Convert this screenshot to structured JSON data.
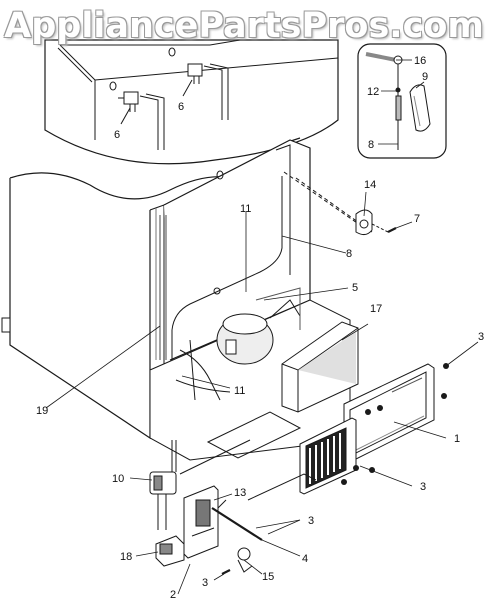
{
  "watermark": "AppliancePartsPros.com",
  "callouts": {
    "c1": "1",
    "c2": "2",
    "c3a": "3",
    "c3b": "3",
    "c3c": "3",
    "c3d": "3",
    "c4": "4",
    "c5": "5",
    "c6a": "6",
    "c6b": "6",
    "c7": "7",
    "c8a": "8",
    "c8b": "8",
    "c9": "9",
    "c10": "10",
    "c11a": "11",
    "c11b": "11",
    "c12": "12",
    "c13": "13",
    "c14": "14",
    "c15": "15",
    "c16": "16",
    "c17": "17",
    "c18": "18",
    "c19": "19"
  },
  "colors": {
    "line": "#1a1a1a",
    "fill": "#ffffff",
    "shade": "#9a9a9a"
  }
}
